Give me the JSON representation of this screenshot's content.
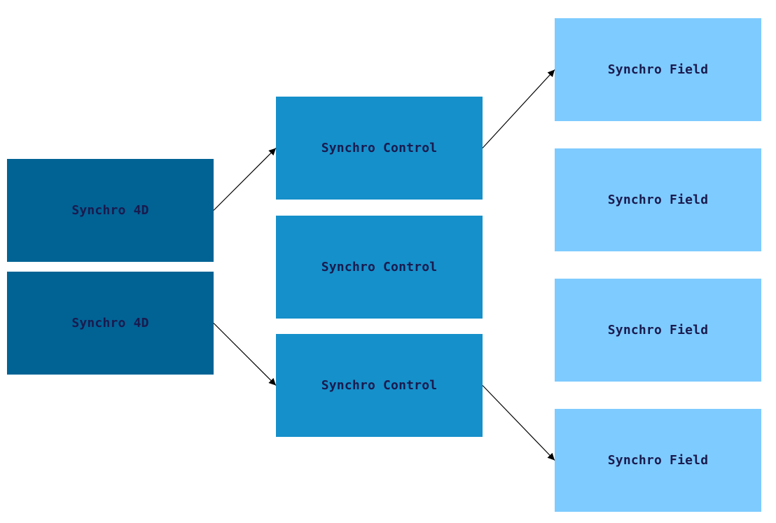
{
  "colors": {
    "level1": "#006394",
    "level2": "#1590ca",
    "level3": "#7ecbff",
    "text": "#1a1a4e",
    "connector": "#000000"
  },
  "diagram": {
    "sources": [
      {
        "label": "Synchro 4D"
      },
      {
        "label": "Synchro 4D"
      }
    ],
    "controls": [
      {
        "label": "Synchro Control"
      },
      {
        "label": "Synchro Control"
      },
      {
        "label": "Synchro Control"
      }
    ],
    "fields": [
      {
        "label": "Synchro Field"
      },
      {
        "label": "Synchro Field"
      },
      {
        "label": "Synchro Field"
      },
      {
        "label": "Synchro Field"
      }
    ],
    "connections": [
      {
        "from": "source-1",
        "to": "control-1"
      },
      {
        "from": "source-2",
        "to": "control-3"
      },
      {
        "from": "control-1",
        "to": "field-1"
      },
      {
        "from": "control-3",
        "to": "field-4"
      }
    ]
  }
}
